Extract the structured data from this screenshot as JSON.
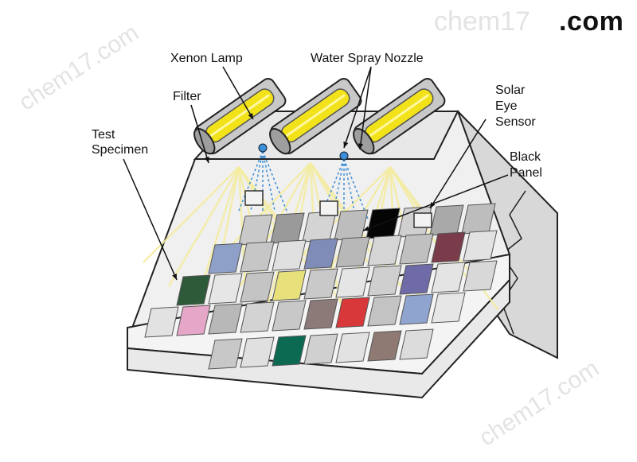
{
  "labels": {
    "xenon_lamp": "Xenon Lamp",
    "water_spray_nozzle": "Water Spray Nozzle",
    "filter": "Filter",
    "test_specimen_line1": "Test",
    "test_specimen_line2": "Specimen",
    "solar_eye_line1": "Solar",
    "solar_eye_line2": "Eye",
    "solar_eye_line3": "Sensor",
    "black_panel_line1": "Black",
    "black_panel_line2": "Panel"
  },
  "watermark": {
    "brand_light": "chem17",
    "brand_dark": ".com",
    "diagonal_text": "chem17.com"
  },
  "colors": {
    "lamp_yellow": "#f2e21a",
    "light_rays": "#f4eca0",
    "water_spray": "#3c8ed8",
    "black_panel": "#050505",
    "housing": "#e4e4e4"
  }
}
